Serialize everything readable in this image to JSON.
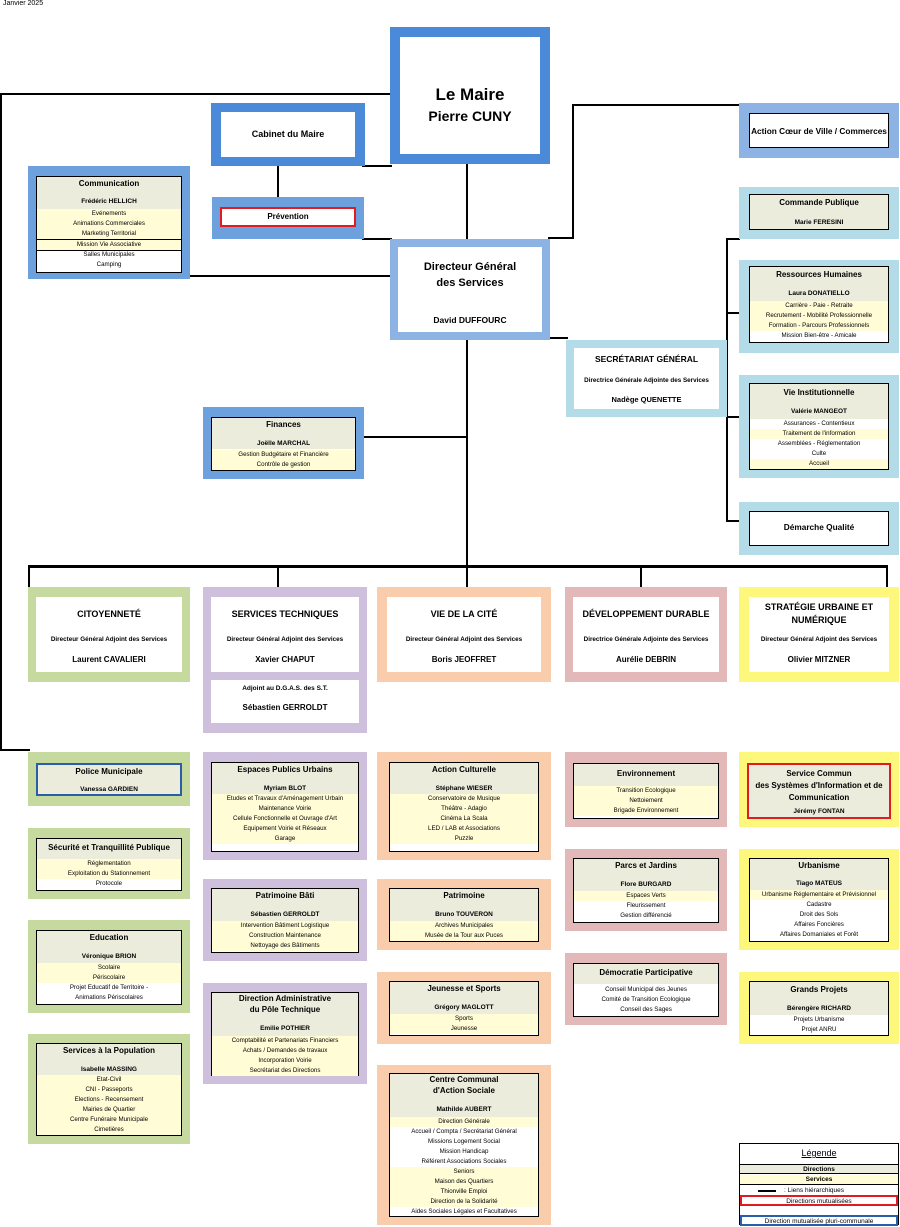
{
  "date": "Janvier 2025",
  "colors": {
    "maire": "#4a8ad8",
    "dgs": "#8cb3e3",
    "sg": "#b3dce8",
    "citoyennete": "#c6d99e",
    "services_techniques": "#cebfdd",
    "vie_cite": "#f9cdac",
    "developpement": "#e2b8b9",
    "strategie": "#fdf77b",
    "yellow_row": "#fffcd6",
    "header_row": "#ececdd",
    "red": "#e01b22"
  },
  "maire": {
    "title": "Le Maire",
    "name": "Pierre CUNY"
  },
  "cabinet": {
    "title": "Cabinet du Maire"
  },
  "prevention": {
    "title": "Prévention"
  },
  "coeur_ville": {
    "title": "Action Cœur de Ville / Commerces"
  },
  "communication": {
    "title": "Communication",
    "name": "Frédéric HELLICH",
    "items": [
      "Evénements",
      "Animations Commerciales",
      "Marketing Territorial",
      "Mission Vie Associative",
      "Salles Municipales",
      "Camping"
    ]
  },
  "dgs": {
    "title_line1": "Directeur Général",
    "title_line2": "des Services",
    "name": "David DUFFOURC"
  },
  "commande_publique": {
    "title": "Commande Publique",
    "name": "Marie FERESINI"
  },
  "rh": {
    "title": "Ressources Humaines",
    "name": "Laura DONATIELLO",
    "items": [
      "Carrière - Paie - Retraite",
      "Recrutement - Mobilité Professionnelle",
      "Formation - Parcours Professionnels",
      "Mission Bien-être - Amicale"
    ]
  },
  "sg": {
    "title": "SECRÉTARIAT GÉNÉRAL",
    "subtitle": "Directrice Générale Adjointe des Services",
    "name": "Nadège QUENETTE"
  },
  "vie_institutionnelle": {
    "title": "Vie Institutionnelle",
    "name": "Valérie MANGEOT",
    "items": [
      "Assurances - Contentieux",
      "Traitement de l'information",
      "Assemblées - Réglementation",
      "Culte",
      "Accueil"
    ]
  },
  "finances": {
    "title": "Finances",
    "name": "Joëlle MARCHAL",
    "items": [
      "Gestion Budgétaire et Financière",
      "Contrôle de gestion"
    ]
  },
  "demarche_qualite": {
    "title": "Démarche Qualité"
  },
  "poles": [
    {
      "title": "CITOYENNETÉ",
      "subtitle": "Directeur Général Adjoint des Services",
      "name": "Laurent CAVALIERI"
    },
    {
      "title": "SERVICES TECHNIQUES",
      "subtitle": "Directeur Général Adjoint des Services",
      "name": "Xavier CHAPUT",
      "adjoint_label": "Adjoint au D.G.A.S. des S.T.",
      "adjoint_name": "Sébastien GERROLDT"
    },
    {
      "title": "VIE DE LA CITÉ",
      "subtitle": "Directeur Général Adjoint des Services",
      "name": "Boris JEOFFRET"
    },
    {
      "title": "DÉVELOPPEMENT DURABLE",
      "subtitle": "Directrice Générale Adjointe des Services",
      "name": "Aurélie DEBRIN"
    },
    {
      "title_line1": "STRATÉGIE URBAINE ET",
      "title_line2": "NUMÉRIQUE",
      "subtitle": "Directeur Général Adjoint des Services",
      "name": "Olivier MITZNER"
    }
  ],
  "police": {
    "title": "Police Municipale",
    "name": "Vanessa GARDIEN"
  },
  "securite": {
    "title": "Sécurité et Tranquillité Publique",
    "items": [
      "Réglementation",
      "Exploitation du Stationnement",
      "Protocole"
    ]
  },
  "education": {
    "title": "Education",
    "name": "Véronique BRION",
    "items": [
      "Scolaire",
      "Périscolaire",
      "Projet Educatif de Territoire -",
      "Animations Périscolaires"
    ]
  },
  "population": {
    "title": "Services à la Population",
    "name": "Isabelle MASSING",
    "items": [
      "Etat-Civil",
      "CNI - Passeports",
      "Elections - Recensement",
      "Mairies de Quartier",
      "Centre Funéraire Municipale",
      "Cimetières"
    ]
  },
  "espaces_publics": {
    "title": "Espaces Publics Urbains",
    "name": "Myriam BLOT",
    "items": [
      "Etudes et Travaux d'Aménagement Urbain",
      "Maintenance Voirie",
      "Cellule Fonctionnelle et Ouvrage d'Art",
      "Equipement Voirie et Réseaux",
      "Garage"
    ]
  },
  "patrimoine_bati": {
    "title": "Patrimoine Bâti",
    "name": "Sébastien GERROLDT",
    "items": [
      "Intervention Bâtiment Logistique",
      "Construction Maintenance",
      "Nettoyage des Bâtiments"
    ]
  },
  "dir_admin": {
    "title_line1": "Direction Administrative",
    "title_line2": "du Pôle Technique",
    "name": "Emilie POTHIER",
    "items": [
      "Comptabilité et Partenariats Financiers",
      "Achats / Demandes de travaux",
      "Incorporation Voirie",
      "Secrétariat des Directions"
    ]
  },
  "action_culturelle": {
    "title": "Action Culturelle",
    "name": "Stéphane WIESER",
    "items": [
      "Conservatoire de Musique",
      "Théâtre - Adagio",
      "Cinéma La Scala",
      "LED / LAB et Associations",
      "Puzzle"
    ]
  },
  "patrimoine": {
    "title": "Patrimoine",
    "name": "Bruno TOUVERON",
    "items": [
      "Archives Municipales",
      "Musée de la Tour aux Puces"
    ]
  },
  "jeunesse": {
    "title": "Jeunesse et Sports",
    "name": "Grégory MAGLOTT",
    "items": [
      "Sports",
      "Jeunesse"
    ]
  },
  "ccas": {
    "title_line1": "Centre Communal",
    "title_line2": "d'Action Sociale",
    "name": "Mathilde AUBERT",
    "items": [
      "Direction Générale",
      "Accueil / Compta / Secrétariat Général",
      "Missions Logement Social",
      "Mission Handicap",
      "Référent Associations Sociales",
      "Seniors",
      "Maison des Quartiers",
      "Thionville Emploi",
      "Direction de la Solidarité",
      "Aides Sociales Légales et Facultatives"
    ]
  },
  "environnement": {
    "title": "Environnement",
    "items": [
      "Transition Ecologique",
      "Nettoiement",
      "Brigade Environnement"
    ]
  },
  "parcs": {
    "title": "Parcs et Jardins",
    "name": "Flore BURGARD",
    "items": [
      "Espaces Verts",
      "Fleurissement",
      "Gestion différencié"
    ]
  },
  "democratie": {
    "title": "Démocratie Participative",
    "items": [
      "Conseil Municipal des Jeunes",
      "Comité de Transition Ecologique",
      "Conseil des Sages"
    ]
  },
  "si": {
    "title_line1": "Service Commun",
    "title_line2": "des Systèmes d'Information et de",
    "title_line3": "Communication",
    "name": "Jérémy FONTAN"
  },
  "urbanisme": {
    "title": "Urbanisme",
    "name": "Tiago MATEUS",
    "items": [
      "Urbanisme Réglementaire et Prévisionnel",
      "Cadastre",
      "Droit des Sols",
      "Affaires Foncières",
      "Affaires Domaniales et Forêt"
    ]
  },
  "grands_projets": {
    "title": "Grands Projets",
    "name": "Bérengère RICHARD",
    "items": [
      "Projets Urbanisme",
      "Projet ANRU"
    ]
  },
  "legend": {
    "title": "Légende",
    "items": [
      "Directions",
      "Services",
      ": Liens hiérarchiques",
      "Directions mutualisées",
      "Direction mutualisée pluri-communale"
    ]
  }
}
